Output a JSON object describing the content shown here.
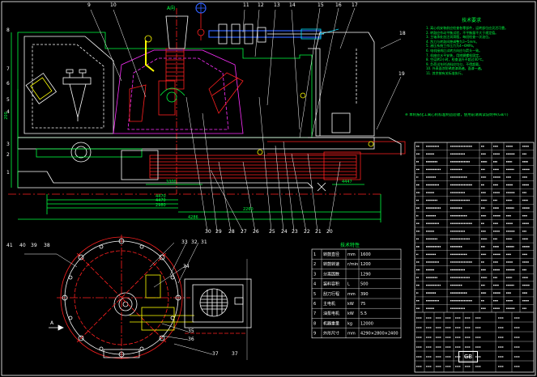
{
  "palette": {
    "bg": "#000000",
    "white": "#ffffff",
    "red": "#ff2020",
    "green": "#00ff40",
    "yellow": "#ffff00",
    "magenta": "#ff30ff",
    "cyan": "#00e0ff",
    "blue": "#3060ff"
  },
  "balloons_top": [
    "9",
    "10",
    "11",
    "12",
    "13",
    "14",
    "15",
    "16",
    "17",
    "18"
  ],
  "balloons_left": [
    "8",
    "7",
    "6",
    "5",
    "4",
    "3",
    "2",
    "1"
  ],
  "balloons_right": [
    "19"
  ],
  "balloons_bottom": [
    "30",
    "29",
    "28",
    "27",
    "26",
    "25",
    "24",
    "23",
    "22",
    "21",
    "20"
  ],
  "balloons_plan_top": [
    "41",
    "40",
    "39",
    "38"
  ],
  "balloons_plan_right": [
    "33",
    "32",
    "31"
  ],
  "balloons_plan_side": [
    "34",
    "35",
    "36",
    "37"
  ],
  "dims": {
    "d1": "4470",
    "d2": "4470",
    "d3": "2980",
    "d4": "4286",
    "d5": "2260",
    "d6": "1000",
    "d7": "4447",
    "v1": "200"
  },
  "view_label": "A向",
  "section_label": "A",
  "notes_title": "技术要求",
  "notes_lines": [
    "1. 离心机安装前应检查各零部件，运转部位应灵活可靠。",
    "2. 转鼓应作动平衡试验，不平衡量不大于规定值。",
    "3. 主轴承处加注润滑脂，每班检查一次油位。",
    "4. 刮刀与转鼓间隙调整为3~5mm。",
    "5. 液压系统工作压力为4~6MPa。",
    "6. 电机接线后试转方向应与箭头一致。",
    "7. 机座应水平安装，用地脚螺栓固定。",
    "8. 空运转2小时，检查温升不超过40℃。",
    "9. 负荷试车时进料应均匀，不得超载。",
    "10. 外表面涂防锈底漆两遍，面漆一遍。",
    "11. 其余按有关标准执行。"
  ],
  "notes_footer": "※ 本机按化工离心机标准制造验收，使用前请阅读说明书(GB/T)",
  "spec_title": "技术特性",
  "spec_rows": [
    [
      "1",
      "转鼓直径",
      "mm",
      "1600"
    ],
    [
      "2",
      "转鼓转速",
      "r/min",
      "1200"
    ],
    [
      "3",
      "分离因数",
      "",
      "1290"
    ],
    [
      "4",
      "装料容积",
      "L",
      "500"
    ],
    [
      "5",
      "刮刀行程",
      "mm",
      "390"
    ],
    [
      "6",
      "主电机",
      "kW",
      "75"
    ],
    [
      "7",
      "油泵电机",
      "kW",
      "5.5"
    ],
    [
      "8",
      "机器重量",
      "kg",
      "12000"
    ],
    [
      "9",
      "外形尺寸",
      "mm",
      "4290×2800×2400"
    ]
  ],
  "bom_rows": 22,
  "title_block_mark": "GB"
}
